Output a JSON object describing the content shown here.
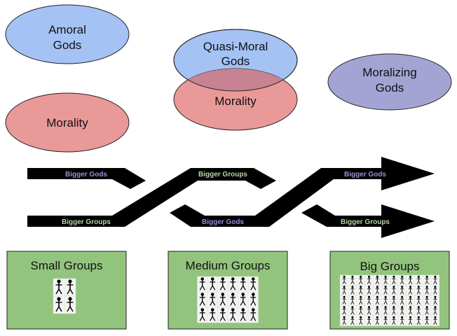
{
  "colors": {
    "amoral_gods": "#a4c2f4",
    "morality": "#ea9999",
    "moralizing_gods": "#a4a4d4",
    "overlap": "#c88393",
    "gods_label": "#9a8fd8",
    "groups_label": "#b6d7a8",
    "group_box": "#93c47d",
    "band": "#000000"
  },
  "stage1": {
    "gods_label_line1": "Amoral",
    "gods_label_line2": "Gods",
    "morality_label": "Morality"
  },
  "stage2": {
    "gods_label_line1": "Quasi-Moral",
    "gods_label_line2": "Gods",
    "morality_label": "Morality"
  },
  "stage3": {
    "gods_label_line1": "Moralizing",
    "gods_label_line2": "Gods"
  },
  "bands": {
    "b1_top": "Bigger Gods",
    "b1_bottom": "Bigger Groups",
    "b2_top": "Bigger Groups",
    "b2_bottom": "Bigger Gods",
    "b3_top": "Bigger Gods",
    "b3_bottom": "Bigger Groups"
  },
  "groups": [
    {
      "title": "Small Groups",
      "rows": 2,
      "cols": 2
    },
    {
      "title": "Medium Groups",
      "rows": 3,
      "cols": 6
    },
    {
      "title": "Big Groups",
      "rows": 5,
      "cols": 12
    }
  ]
}
